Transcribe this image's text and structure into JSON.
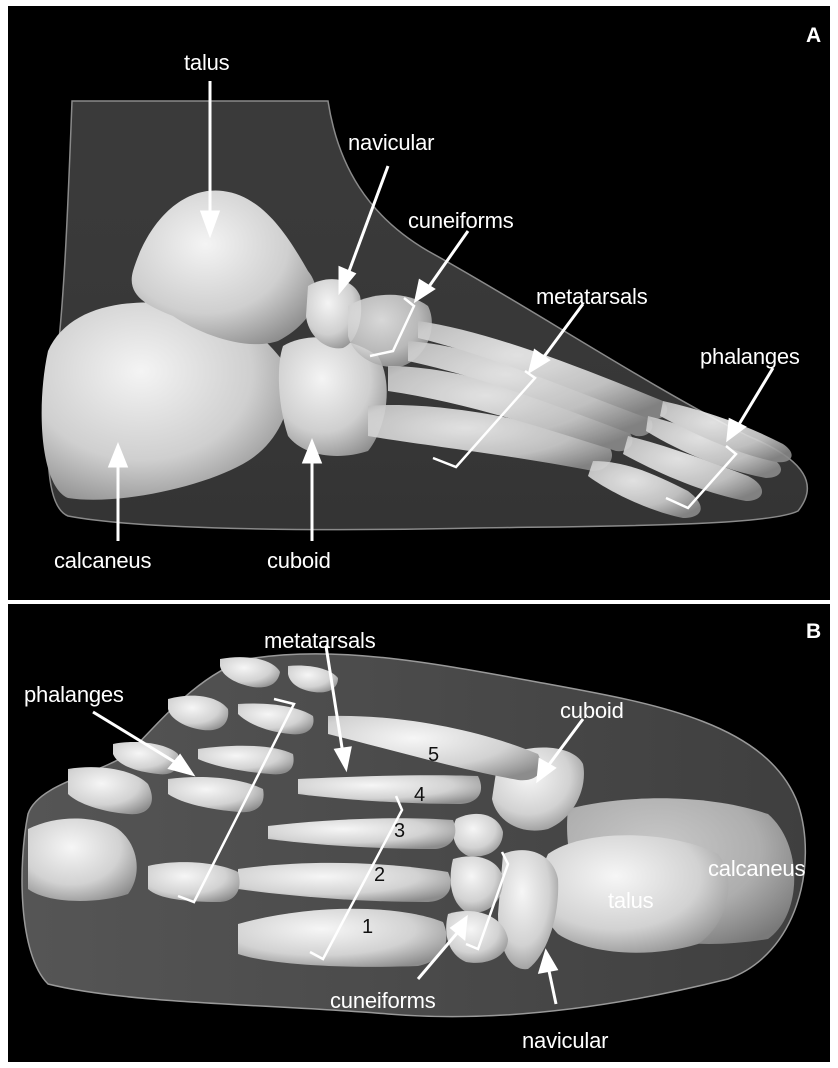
{
  "panel_a": {
    "letter": "A",
    "labels": {
      "talus": "talus",
      "navicular": "navicular",
      "cuneiforms": "cuneiforms",
      "metatarsals": "metatarsals",
      "phalanges": "phalanges",
      "calcaneus": "calcaneus",
      "cuboid": "cuboid"
    }
  },
  "panel_b": {
    "letter": "B",
    "labels": {
      "metatarsals": "metatarsals",
      "phalanges": "phalanges",
      "cuboid": "cuboid",
      "calcaneus": "calcaneus",
      "talus": "talus",
      "cuneiforms": "cuneiforms",
      "navicular": "navicular"
    },
    "metatarsal_numbers": [
      "1",
      "2",
      "3",
      "4",
      "5"
    ]
  }
}
